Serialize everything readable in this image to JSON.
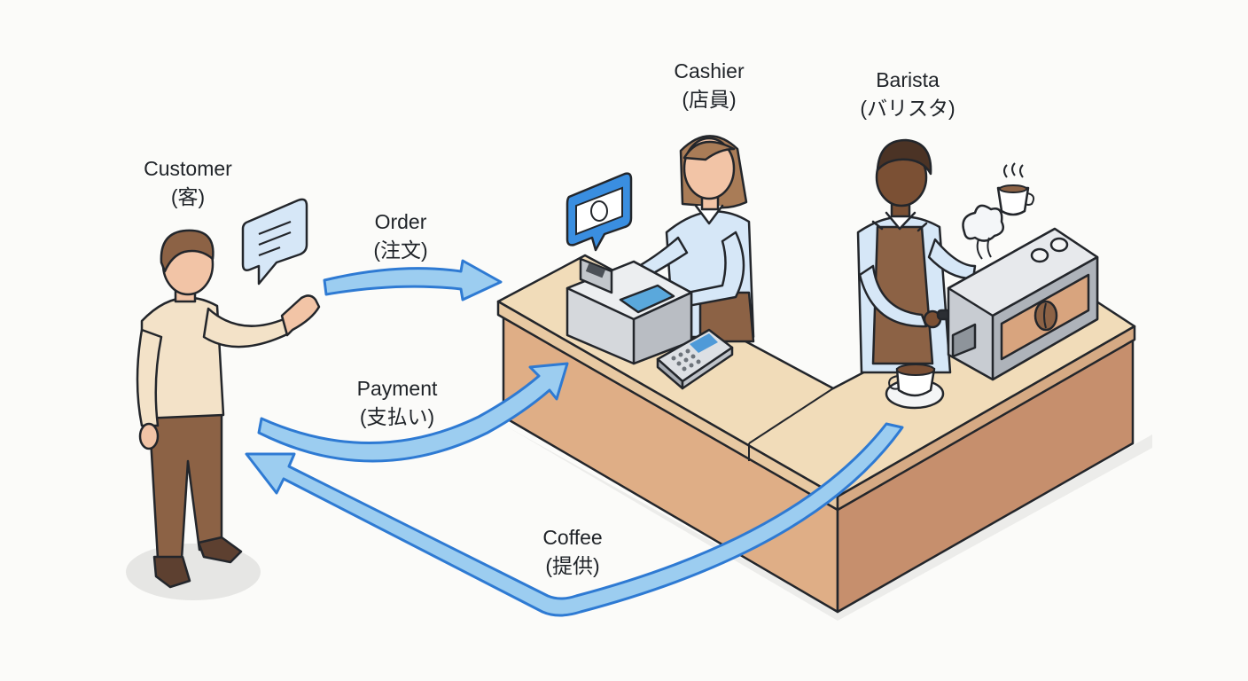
{
  "roles": {
    "customer": {
      "en": "Customer",
      "ja": "(客)"
    },
    "cashier": {
      "en": "Cashier",
      "ja": "(店員)"
    },
    "barista": {
      "en": "Barista",
      "ja": "(バリスタ)"
    }
  },
  "flows": {
    "order": {
      "en": "Order",
      "ja": "(注文)"
    },
    "payment": {
      "en": "Payment",
      "ja": "(支払い)"
    },
    "coffee": {
      "en": "Coffee",
      "ja": "(提供)"
    }
  },
  "icons": [
    "speech-bubble-icon",
    "cash-bubble-icon",
    "cash-register-icon",
    "card-terminal-icon",
    "espresso-machine-icon",
    "coffee-cup-icon",
    "steam-icon"
  ],
  "colors": {
    "arrow_fill": "#9ccdf0",
    "arrow_stroke": "#2e7ad3",
    "counter_top": "#f1dcb9",
    "counter_front": "#dfae86",
    "counter_side": "#c68f6d",
    "shirt_blue": "#d6e7f7",
    "apron": "#8c6245"
  }
}
